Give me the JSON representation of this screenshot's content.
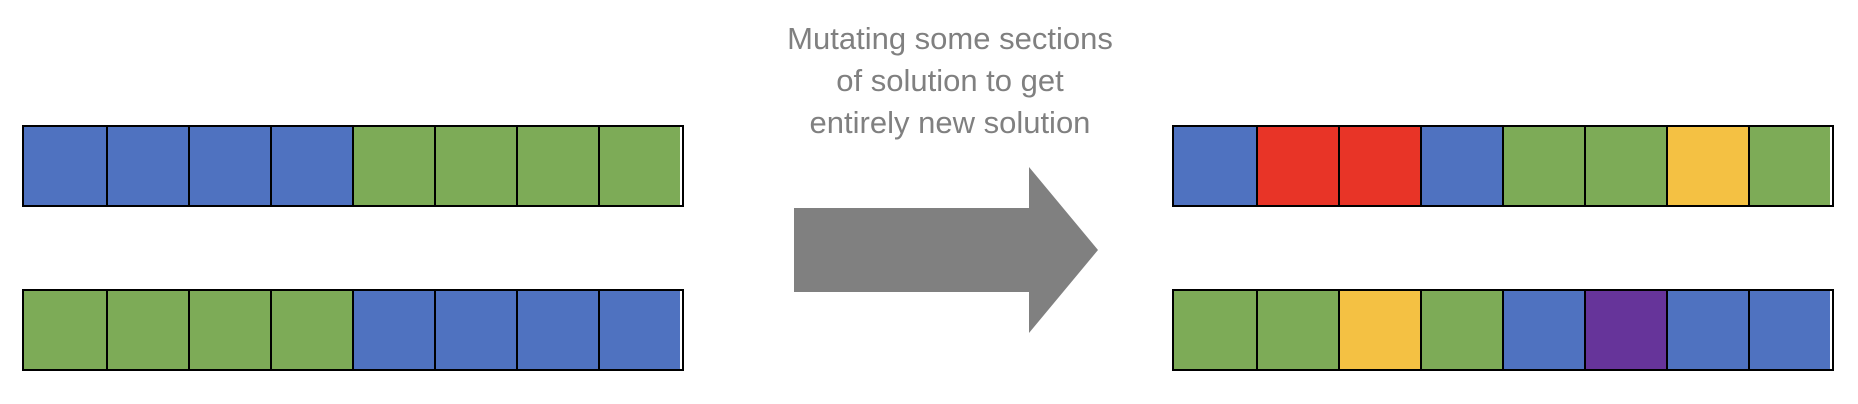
{
  "caption": {
    "lines": [
      "Mutating some sections",
      "of solution to get",
      "entirely new solution"
    ]
  },
  "colors": {
    "blue": "#4f72c0",
    "green": "#7dab57",
    "red": "#e83427",
    "yellow": "#f4c143",
    "purple": "#66349a",
    "arrow": "#808080"
  },
  "before": [
    [
      "blue",
      "blue",
      "blue",
      "blue",
      "green",
      "green",
      "green",
      "green"
    ],
    [
      "green",
      "green",
      "green",
      "green",
      "blue",
      "blue",
      "blue",
      "blue"
    ]
  ],
  "after": [
    [
      "blue",
      "red",
      "red",
      "blue",
      "green",
      "green",
      "yellow",
      "green"
    ],
    [
      "green",
      "green",
      "yellow",
      "green",
      "blue",
      "purple",
      "blue",
      "blue"
    ]
  ]
}
